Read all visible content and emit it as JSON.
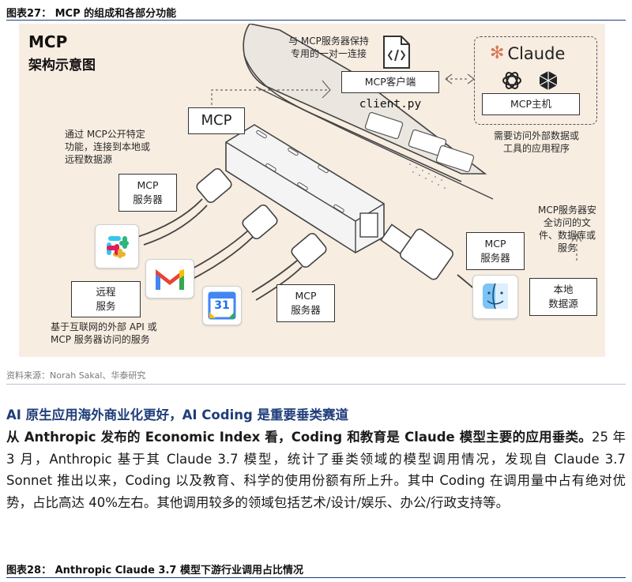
{
  "figure27": {
    "title": "图表27： MCP 的组成和各部分功能",
    "diagram": {
      "heading": "MCP",
      "subheading": "架构示意图",
      "keep_conn_note": "与 MCP服务器保持\n专用的一对一连接",
      "client_label": "MCP客户端",
      "client_file": "client.py",
      "claude_label": "Claude",
      "host_label": "MCP主机",
      "host_note": "需要访问外部数据或\n工具的应用程序",
      "mcp_hub_label": "MCP",
      "feature_note": "通过 MCP公开特定\n功能，连接到本地或\n远程数据源",
      "server_top": "MCP\n服务器",
      "server_bottom": "MCP\n服务器",
      "server_right": "MCP\n服务器",
      "remote_label": "远程\n服务",
      "remote_note": "基于互联网的外部 API 或\nMCP 服务器访问的服务",
      "local_note": "MCP服务器安\n全访问的文\n件、数据库或\n服务",
      "local_label": "本地\n数据源",
      "calendar_day": "31",
      "icons": [
        "slack-icon",
        "gmail-icon",
        "google-calendar-icon",
        "finder-icon",
        "code-file-icon",
        "openai-icon",
        "perplexity-icon",
        "claude-sunburst-icon"
      ]
    },
    "source": "资料来源：Norah Sakal、华泰研究"
  },
  "section": {
    "heading": "AI 原生应用海外商业化更好，AI Coding 是重要垂类赛道",
    "lead_bold": "从 Anthropic 发布的 Economic Index 看，Coding 和教育是 Claude 模型主要的应用垂类。",
    "body": "25 年 3 月，Anthropic 基于其 Claude 3.7 模型，统计了垂类领域的模型调用情况，发现自 Claude 3.7 Sonnet 推出以来，Coding 以及教育、科学的使用份额有所上升。其中 Coding 在调用量中占有绝对优势，占比高达 40%左右。其他调用较多的领域包括艺术/设计/娱乐、办公/行政支持等。"
  },
  "figure28": {
    "title": "图表28： Anthropic Claude 3.7 模型下游行业调用占比情况"
  },
  "colors": {
    "heading_blue": "#1f3d7a",
    "diagram_bg": "#f7ede1",
    "claude_orange": "#d97757",
    "rule": "#1f3d7a"
  }
}
